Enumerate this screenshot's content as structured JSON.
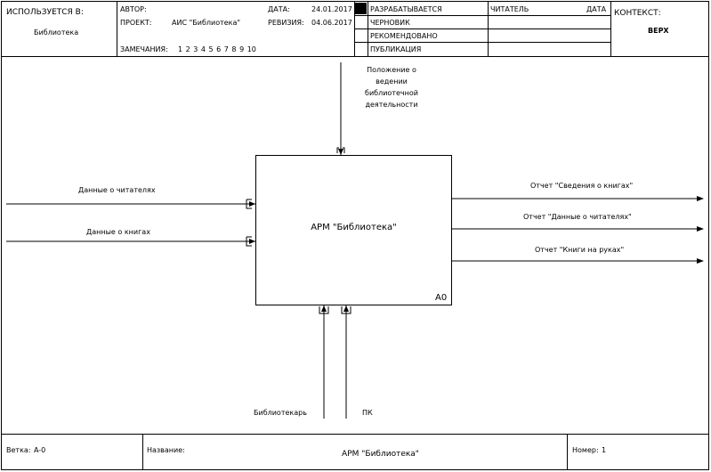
{
  "header": {
    "used_in_label": "ИСПОЛЬЗУЕТСЯ В:",
    "used_in_value": "Библиотека",
    "author_label": "АВТОР:",
    "project_label": "ПРОЕКТ:",
    "project_value": "АИС \"Библиотека\"",
    "date_label": "ДАТА:",
    "date_value": "24.01.2017",
    "revision_label": "РЕВИЗИЯ:",
    "revision_value": "04.06.2017",
    "notes_label": "ЗАМЕЧАНИЯ:",
    "notes_numbers": "1  2  3  4  5  6  7  8  9  10",
    "status_items": [
      "РАЗРАБАТЫВАЕТСЯ",
      "ЧЕРНОВИК",
      "РЕКОМЕНДОВАНО",
      "ПУБЛИКАЦИЯ"
    ],
    "reader_label": "ЧИТАТЕЛЬ",
    "reader_date_label": "ДАТА",
    "context_label": "КОНТЕКСТ:",
    "context_value": "ВЕРХ"
  },
  "diagram": {
    "activity_label": "АРМ \"Библиотека\"",
    "activity_number": "A0",
    "control_label": [
      "Положение о",
      "ведении",
      "библиотечной",
      "деятельности"
    ],
    "inputs": [
      "Данные о читателях",
      "Данные о книгах"
    ],
    "outputs": [
      "Отчет \"Сведения о книгах\"",
      "Отчет \"Данные о читателях\"",
      "Отчет \"Книги на руках\""
    ],
    "mechanisms": [
      "Библиотекарь",
      "ПК"
    ]
  },
  "footer": {
    "node_label": "Ветка:",
    "node_value": "A-0",
    "title_label": "Название:",
    "title_value": "АРМ \"Библиотека\"",
    "number_label": "Номер:",
    "number_value": "1"
  }
}
